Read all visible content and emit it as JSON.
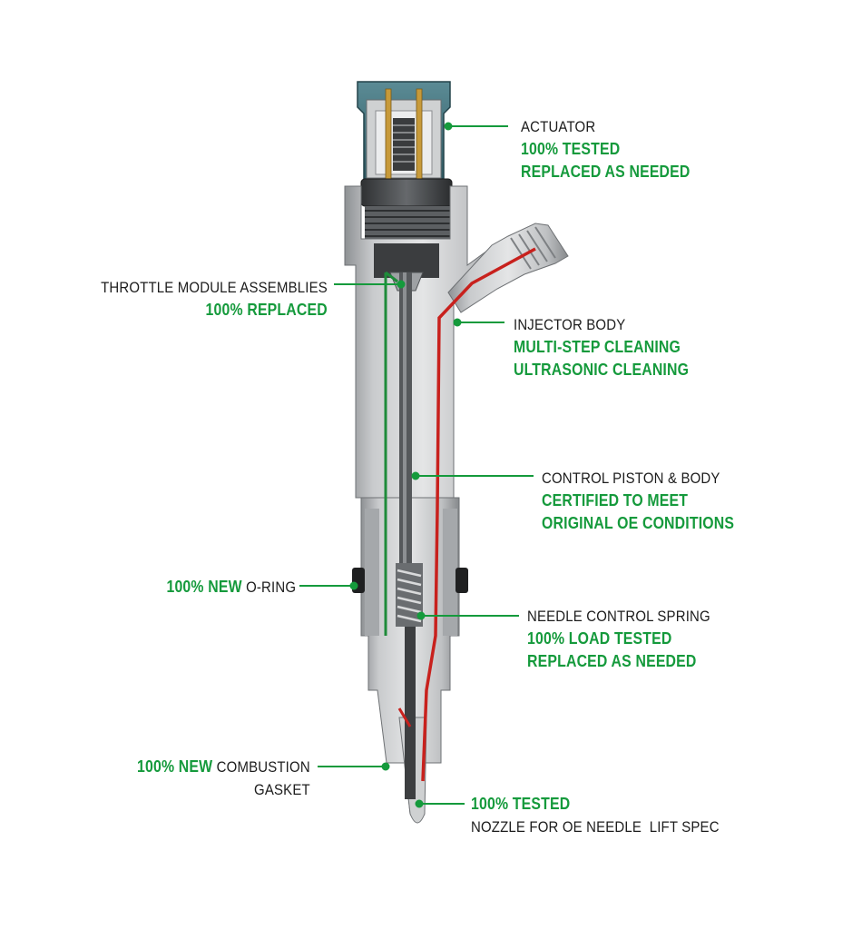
{
  "colors": {
    "accent_green": "#159a3c",
    "text_dark": "#1c1c1c",
    "metal": "#b9bbbd",
    "connector_teal": "#3e6e78",
    "fuel_line_red": "#c8211d",
    "oil_line_green": "#1e8b3a"
  },
  "callouts": {
    "actuator": {
      "title": "ACTUATOR",
      "line1": "100% TESTED",
      "line2": "REPLACED AS NEEDED"
    },
    "throttle": {
      "title": "THROTTLE MODULE ASSEMBLIES",
      "line1": "100% REPLACED"
    },
    "injector_body": {
      "title": "INJECTOR BODY",
      "line1": "MULTI-STEP CLEANING",
      "line2": "ULTRASONIC CLEANING"
    },
    "control_piston": {
      "title": "CONTROL PISTON & BODY",
      "line1": "CERTIFIED TO MEET",
      "line2": "ORIGINAL OE CONDITIONS"
    },
    "oring": {
      "prefix": "100% NEW",
      "suffix": "O-RING"
    },
    "needle_spring": {
      "title": "NEEDLE CONTROL SPRING",
      "line1": "100% LOAD TESTED",
      "line2": "REPLACED AS NEEDED"
    },
    "gasket": {
      "prefix": "100% NEW",
      "suffix": "COMBUSTION",
      "line2": "GASKET"
    },
    "nozzle": {
      "line1": "100% TESTED",
      "line2": "NOZZLE FOR OE NEEDLE  LIFT SPEC"
    }
  }
}
